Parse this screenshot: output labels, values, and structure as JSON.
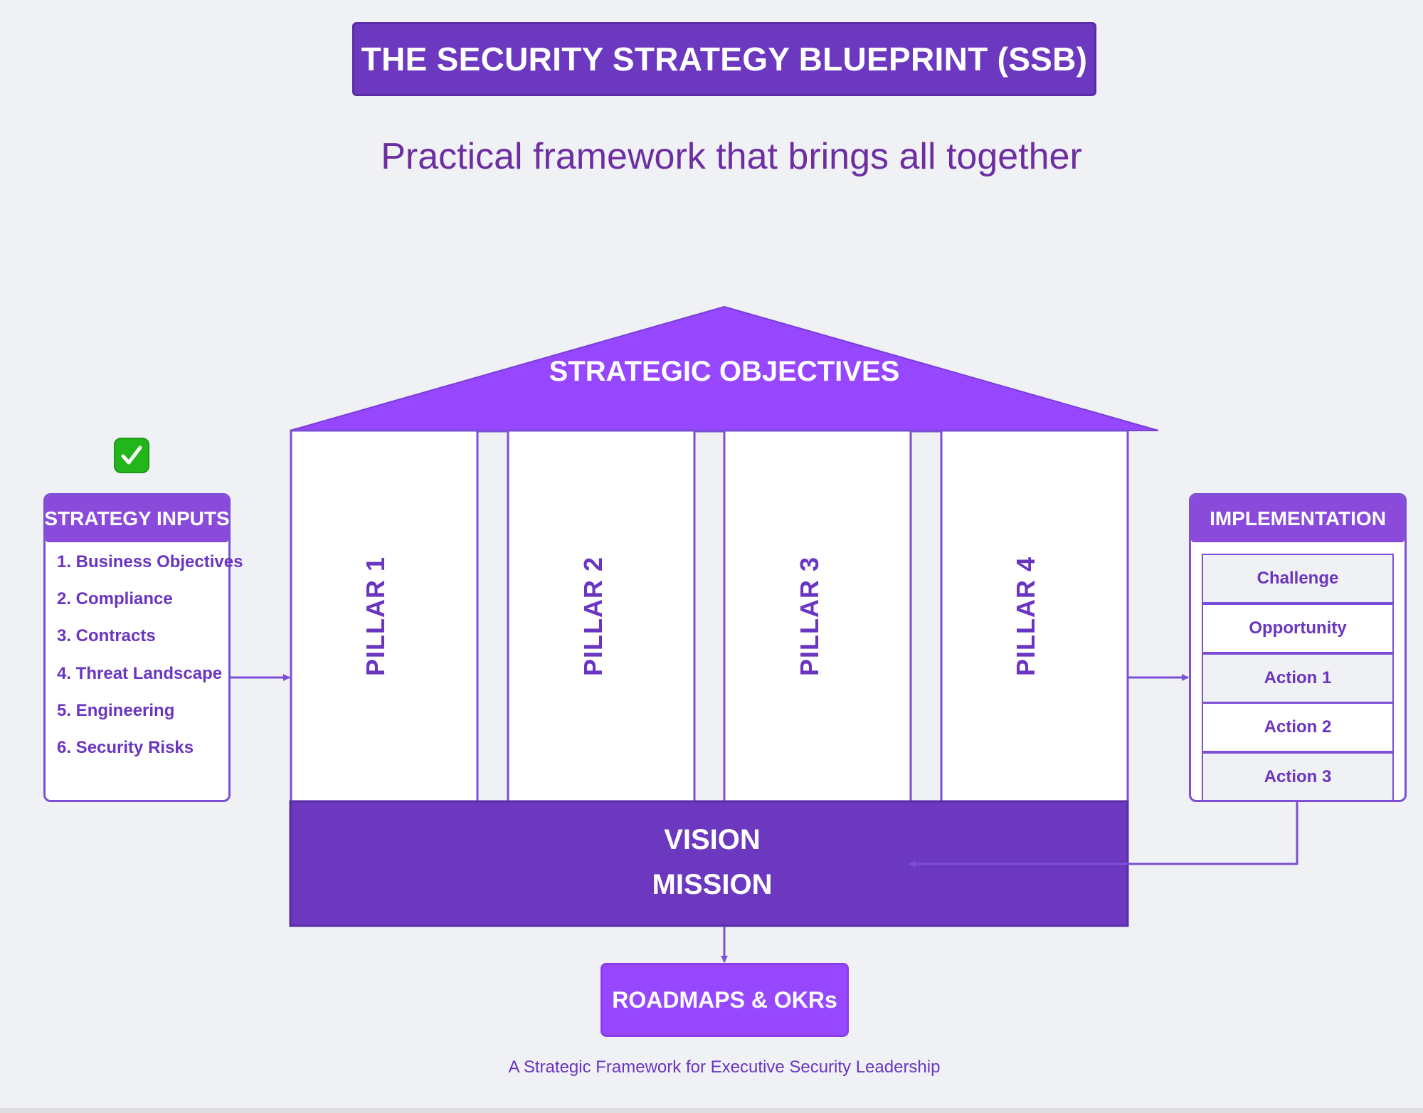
{
  "header": {
    "title": "THE SECURITY STRATEGY BLUEPRINT (SSB)",
    "subtitle": "Practical framework that brings all together"
  },
  "roof": {
    "label": "STRATEGIC OBJECTIVES"
  },
  "pillars": [
    {
      "label": "PILLAR 1"
    },
    {
      "label": "PILLAR 2"
    },
    {
      "label": "PILLAR 3"
    },
    {
      "label": "PILLAR 4"
    }
  ],
  "foundation": {
    "vision": "VISION",
    "mission": "MISSION"
  },
  "inputs": {
    "status_icon": "green-check-icon",
    "header": "STRATEGY INPUTS",
    "items": [
      "1. Business Objectives",
      "2. Compliance",
      "3. Contracts",
      "4. Threat Landscape",
      "5. Engineering",
      "6. Security Risks"
    ]
  },
  "implementation": {
    "header": "IMPLEMENTATION",
    "rows": [
      "Challenge",
      "Opportunity",
      "Action 1",
      "Action 2",
      "Action 3"
    ]
  },
  "output": {
    "label": "ROADMAPS & OKRs"
  },
  "footer": "A Strategic Framework for Executive Security Leadership",
  "colors": {
    "background": "#f0f1f5",
    "title_fill": "#6b38bf",
    "roof_fill": "#9747ff",
    "foundation_fill": "#6b38bf",
    "border": "#7b4fd6",
    "text_purple": "#6a35c0",
    "check_green": "#22b51c"
  }
}
